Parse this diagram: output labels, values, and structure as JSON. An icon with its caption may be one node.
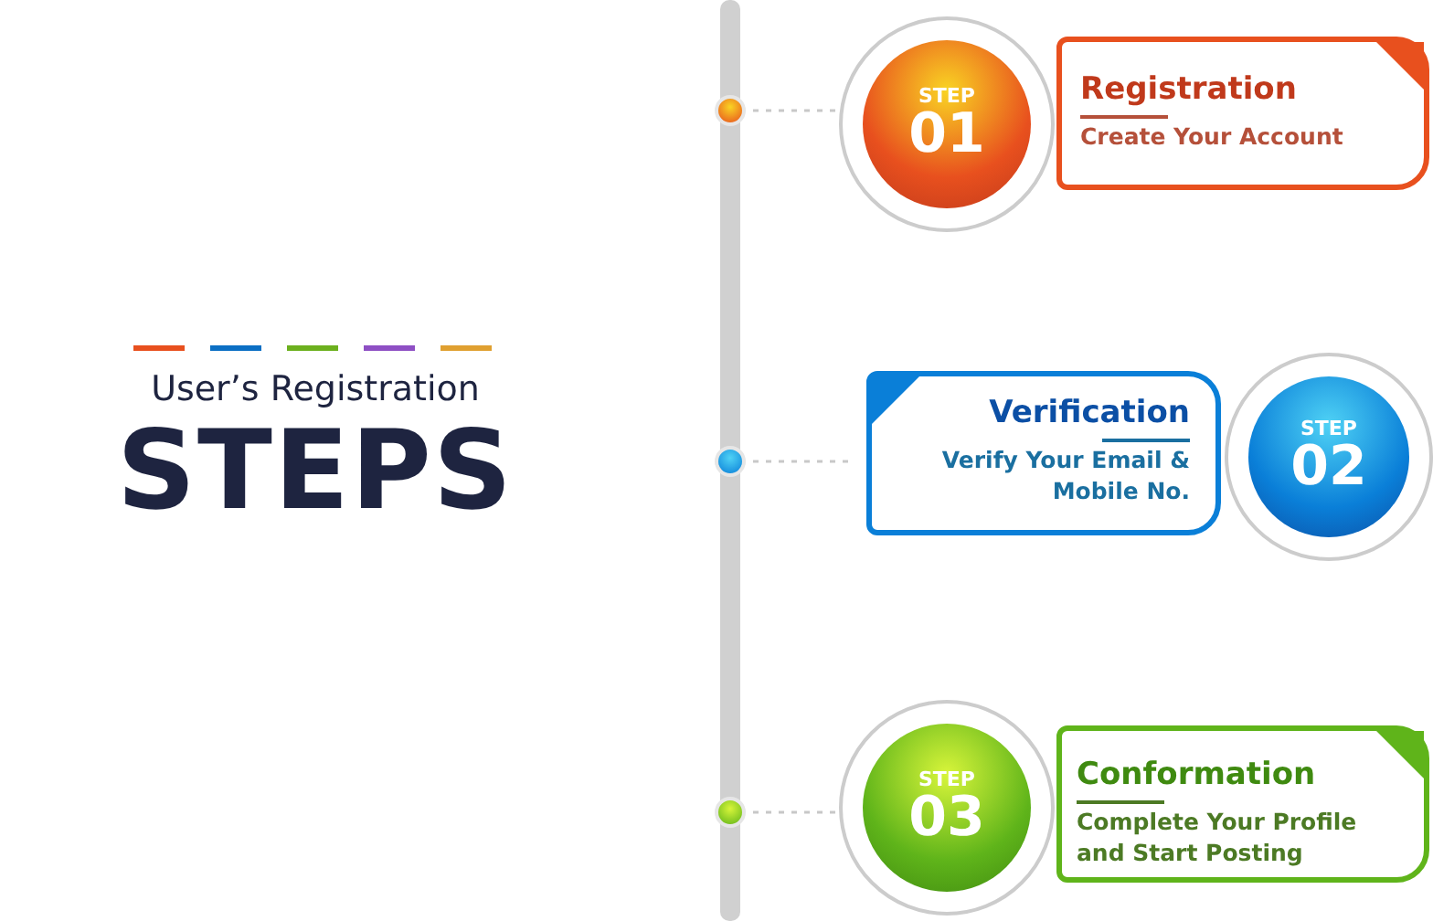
{
  "diagram": {
    "title": "User’s Registration",
    "nodes": [
      {
        "text": [],
        "shape": "circle"
      },
      {
        "text": [
          "STEP",
          "01"
        ]
      },
      {
        "text": [
          "Registration",
          "Create Your Account"
        ]
      },
      {
        "text": [],
        "shape": "circle"
      },
      {
        "text": [
          "Verification",
          "Verify Your Email & Mobile No."
        ]
      },
      {
        "text": [
          "STEP",
          "02"
        ]
      },
      {
        "text": [],
        "shape": "circle"
      },
      {
        "text": [
          "STEP",
          "03"
        ]
      },
      {
        "text": [
          "Conformation",
          "Complete Your Profile and Start Posting"
        ]
      }
    ],
    "edges": [
      {
        "from": 0,
        "to": 1,
        "arrow": "none",
        "style": "dashed"
      },
      {
        "from": 3,
        "to": 4,
        "arrow": "none",
        "style": "dashed"
      },
      {
        "from": 6,
        "to": 7,
        "arrow": "none",
        "style": "dashed"
      }
    ],
    "labels": [
      "STEPS"
    ]
  }
}
